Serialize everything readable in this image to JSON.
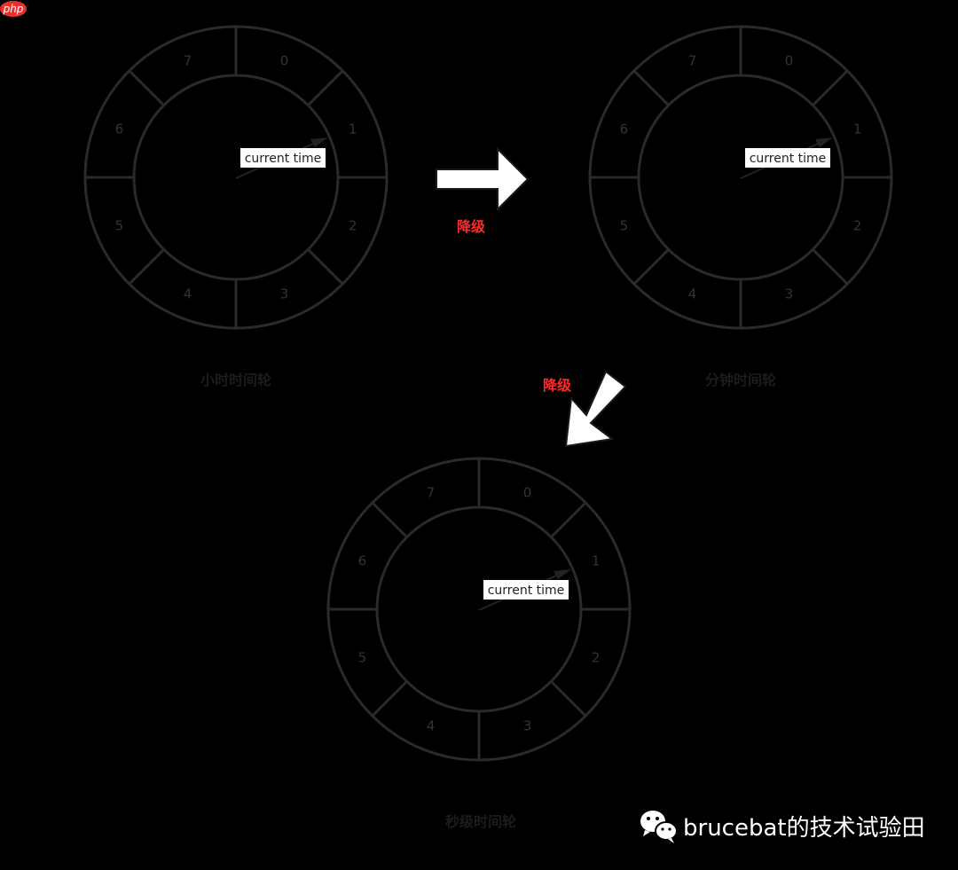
{
  "logo": {
    "text": "php",
    "color": "#e8312f"
  },
  "colors": {
    "background": "#000000",
    "wheel_stroke": "#2a2a2a",
    "arrow_fill": "#ffffff",
    "arrow_stroke": "#1a1a1a",
    "accent": "#ff2a2a"
  },
  "wheels": [
    {
      "caption": "小时时间轮",
      "pointer_label": "current time",
      "slots": [
        "0",
        "1",
        "2",
        "3",
        "4",
        "5",
        "6",
        "7"
      ]
    },
    {
      "caption": "分钟时间轮",
      "pointer_label": "current time",
      "slots": [
        "0",
        "1",
        "2",
        "3",
        "4",
        "5",
        "6",
        "7"
      ]
    },
    {
      "caption": "秒级时间轮",
      "pointer_label": "current time",
      "slots": [
        "0",
        "1",
        "2",
        "3",
        "4",
        "5",
        "6",
        "7"
      ]
    }
  ],
  "transitions": [
    {
      "label": "降级",
      "direction": "right"
    },
    {
      "label": "降级",
      "direction": "down-left"
    }
  ],
  "watermark": {
    "text": "brucebat的技术试验田",
    "icon": "wechat-icon"
  }
}
